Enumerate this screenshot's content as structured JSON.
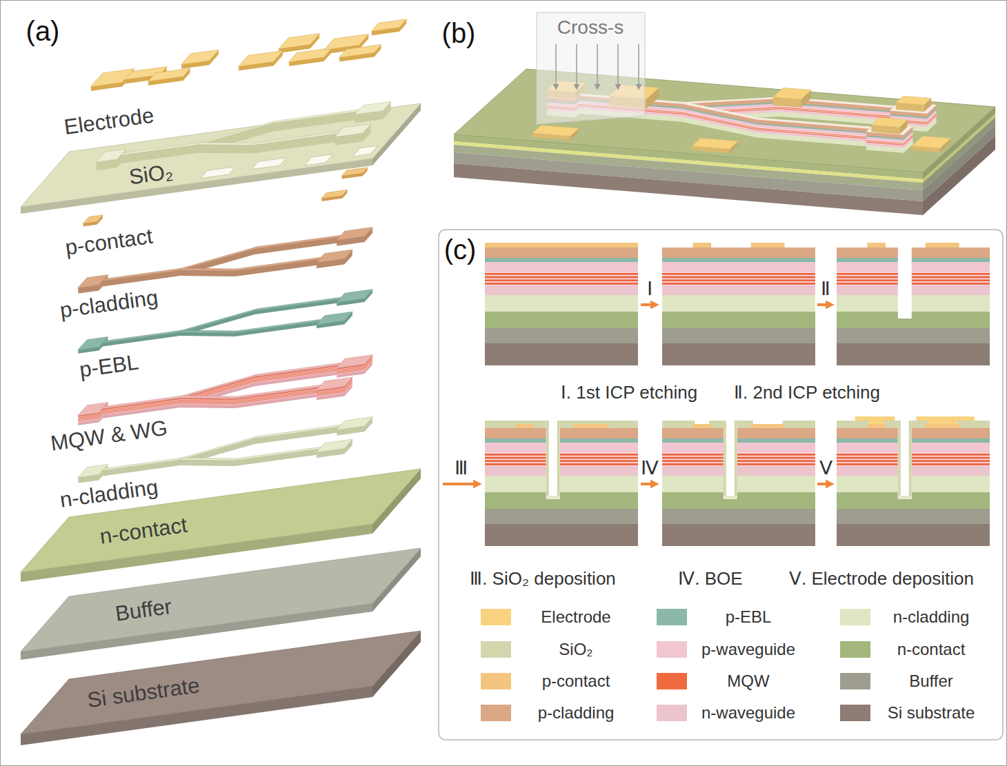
{
  "diagram": {
    "labels": [
      "(a)",
      "Electrode",
      "SiO₂",
      "p-contact",
      "p-cladding",
      "p-EBL",
      "MQW & WG",
      "n-cladding",
      "n-contact",
      "Buffer",
      "Si substrate",
      "(b)",
      "Cross-s",
      "(c)",
      "Ⅰ",
      "Ⅱ",
      "Ⅰ. 1st ICP etching",
      "Ⅱ. 2nd ICP etching",
      "Ⅲ",
      "Ⅳ",
      "Ⅴ",
      "Ⅲ. SiO₂ deposition",
      "Ⅳ. BOE",
      "Ⅴ. Electrode deposition"
    ],
    "legend": [
      {
        "text": "Electrode",
        "color": "#f8d27e"
      },
      {
        "text": "p-EBL",
        "color": "#8bb8a8"
      },
      {
        "text": "n-cladding",
        "color": "#dfe6c3"
      },
      {
        "text": "SiO₂",
        "color": "#d3d6ad"
      },
      {
        "text": "p-waveguide",
        "color": "#f1c6d0"
      },
      {
        "text": "n-contact",
        "color": "#a3b67e"
      },
      {
        "text": "p-contact",
        "color": "#f3c57e"
      },
      {
        "text": "MQW",
        "color": "#ef6b3f"
      },
      {
        "text": "Buffer",
        "color": "#9e9d90"
      },
      {
        "text": "p-cladding",
        "color": "#dba785"
      },
      {
        "text": "n-waveguide",
        "color": "#ecc4cd"
      },
      {
        "text": "Si substrate",
        "color": "#8e7d74"
      }
    ]
  }
}
